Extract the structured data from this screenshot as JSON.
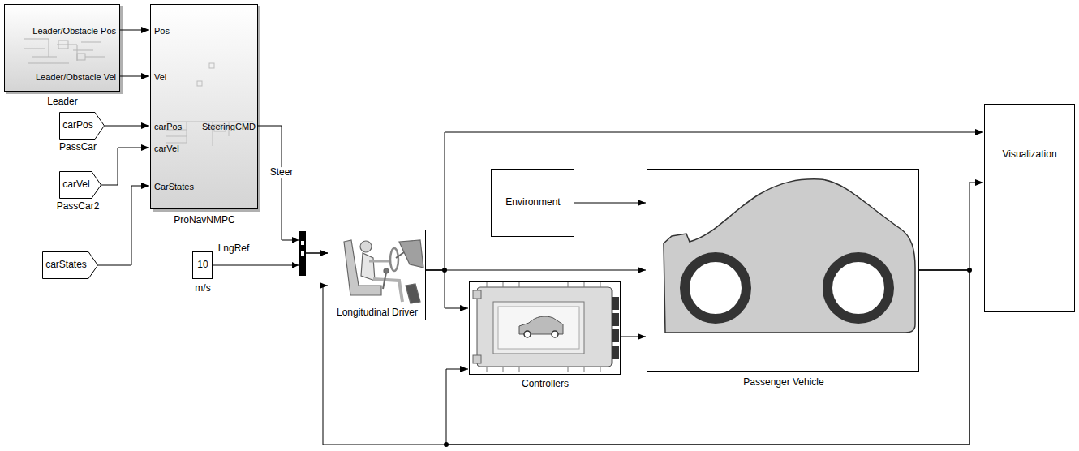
{
  "diagram": {
    "nodes": [
      {
        "text": [
          "Leader/Obstacle Pos",
          "Leader/Obstacle Vel",
          "Leader"
        ]
      },
      {
        "text": [
          "carPos",
          "PassCar"
        ]
      },
      {
        "text": [
          "carVel",
          "PassCar2"
        ]
      },
      {
        "text": [
          "carStates"
        ]
      },
      {
        "text": [
          "Pos",
          "Vel",
          "carPos",
          "carVel",
          "CarStates",
          "SteeringCMD",
          "ProNavNMPC"
        ]
      },
      {
        "text": [
          "10",
          "m/s"
        ]
      },
      {
        "text": [
          "Longitudinal Driver"
        ]
      },
      {
        "text": [
          "Environment"
        ]
      },
      {
        "text": [
          "Controllers"
        ]
      },
      {
        "text": [
          "Passenger Vehicle"
        ]
      },
      {
        "text": [
          "Visualization"
        ]
      }
    ],
    "edges": [
      {
        "from": 0,
        "to": 4,
        "arrow": "to"
      },
      {
        "from": 0,
        "to": 4,
        "arrow": "to"
      },
      {
        "from": 1,
        "to": 4,
        "arrow": "to"
      },
      {
        "from": 2,
        "to": 4,
        "arrow": "to"
      },
      {
        "from": 3,
        "to": 4,
        "arrow": "to"
      },
      {
        "from": 4,
        "to": 6,
        "label": "Steer",
        "arrow": "to"
      },
      {
        "from": 5,
        "to": 6,
        "label": "LngRef",
        "arrow": "to"
      },
      {
        "from": 6,
        "to": 10,
        "arrow": "to"
      },
      {
        "from": 6,
        "to": 9,
        "arrow": "to"
      },
      {
        "from": 6,
        "to": 8,
        "arrow": "to"
      },
      {
        "from": 7,
        "to": 9,
        "arrow": "to"
      },
      {
        "from": 8,
        "to": 9,
        "arrow": "to"
      },
      {
        "from": 9,
        "to": 10,
        "arrow": "to"
      },
      {
        "from": 9,
        "to": 6,
        "arrow": "to"
      },
      {
        "from": 9,
        "to": 8,
        "arrow": "to"
      }
    ]
  }
}
